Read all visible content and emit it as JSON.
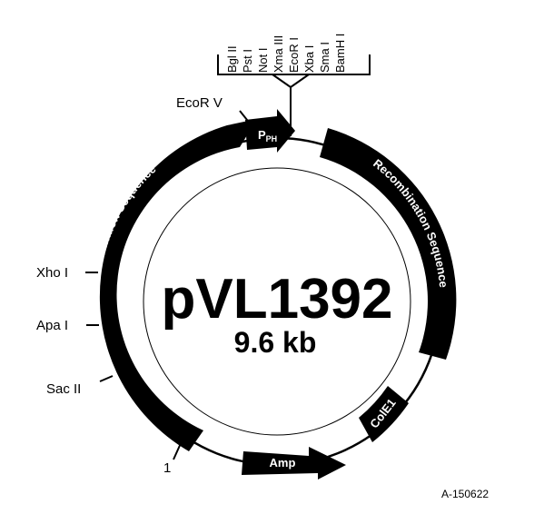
{
  "plasmid": {
    "name": "pVL1392",
    "size": "9.6 kb"
  },
  "features": {
    "promoter": {
      "main": "P",
      "sub": "PH"
    },
    "recomb_left": "Recombination Sequence",
    "recomb_right": "Recombination Sequence",
    "amp": "Amp",
    "cole1": "ColE1"
  },
  "mcs_sites": [
    "Bgl II",
    "Pst I",
    "Not I",
    "Xma III",
    "EcoR I",
    "Xba I",
    "Sma I",
    "BamH I"
  ],
  "sites": {
    "ecorv": "EcoR V",
    "xhoi": "Xho I",
    "apai": "Apa I",
    "sacii": "Sac II",
    "origin": "1"
  },
  "figure_code": "A-150622"
}
